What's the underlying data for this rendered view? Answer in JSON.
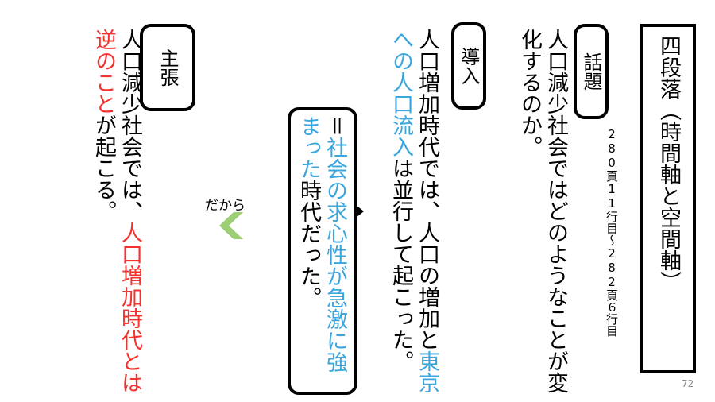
{
  "slide": {
    "title": "四段落（時間軸と空間軸）",
    "page_ref": "280頁11行目〜282頁６行目",
    "page_number": "72",
    "topic": {
      "label": "話題",
      "lines": [
        "人口減少社会ではどのようなことが変",
        "化するのか。"
      ]
    },
    "intro": {
      "label": "導入",
      "line1": "人口増加時代では、人口の増加と",
      "line1_highlight": "東京",
      "line2_highlight": "への人口流入",
      "line2_rest": "は並行して起こった。"
    },
    "equation": {
      "prefix": "＝",
      "line1_highlight": "社会の求心性が急激に強",
      "line2_highlight": "まった",
      "line2_rest": "時代だった。"
    },
    "connector": {
      "label": "だから",
      "arrow_icon": "chevron-left-icon",
      "arrow_color": "#9ccf74"
    },
    "claim": {
      "label": "主張",
      "line1": "人口減少社会では、",
      "line1_highlight": "人口増加時代とは",
      "line2_highlight": "逆のこと",
      "line2_rest": "が起こる。"
    },
    "colors": {
      "blue": "#3aa6dd",
      "red": "#f5312e"
    }
  }
}
